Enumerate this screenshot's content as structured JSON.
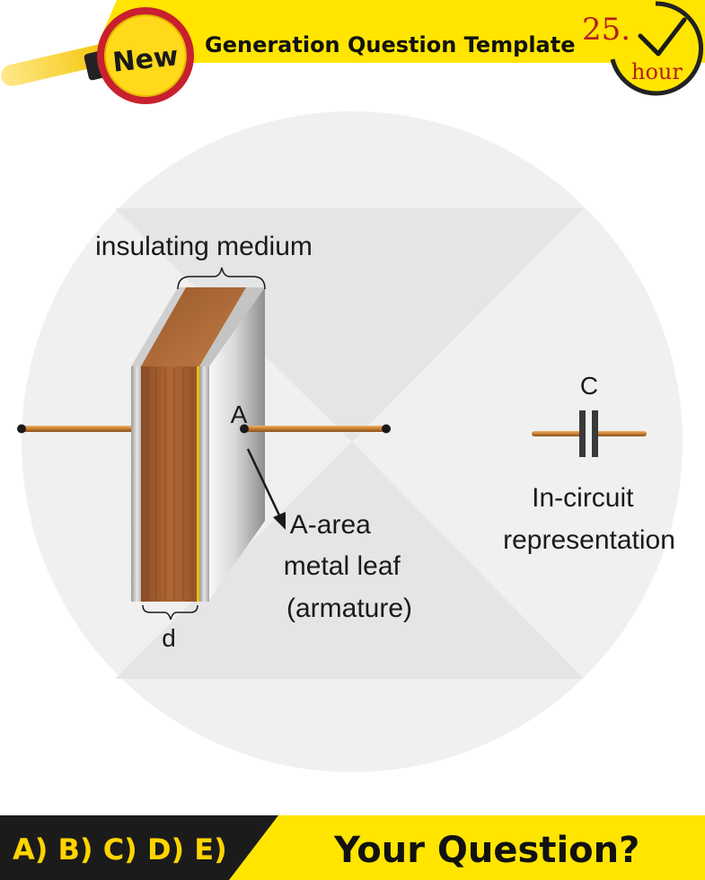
{
  "header": {
    "badge_label": "New",
    "title": "Generation Question Template",
    "clock_number": "25.",
    "clock_unit": "hour"
  },
  "diagram": {
    "label_insulating_medium": "insulating medium",
    "label_point_a": "A",
    "label_d": "d",
    "area_caption": [
      "A-area",
      "metal leaf",
      "(armature)"
    ],
    "symbol_label": "C",
    "symbol_caption": [
      "In-circuit",
      "representation"
    ]
  },
  "footer": {
    "options": "A) B) C) D) E)",
    "question": "Your Question?"
  },
  "colors": {
    "accent_yellow": "#ffe500",
    "badge_red": "#c8202e",
    "dielectric_brown": "#a8602e",
    "lead_copper": "#d08a3c",
    "footer_dark": "#1b1b1b"
  }
}
